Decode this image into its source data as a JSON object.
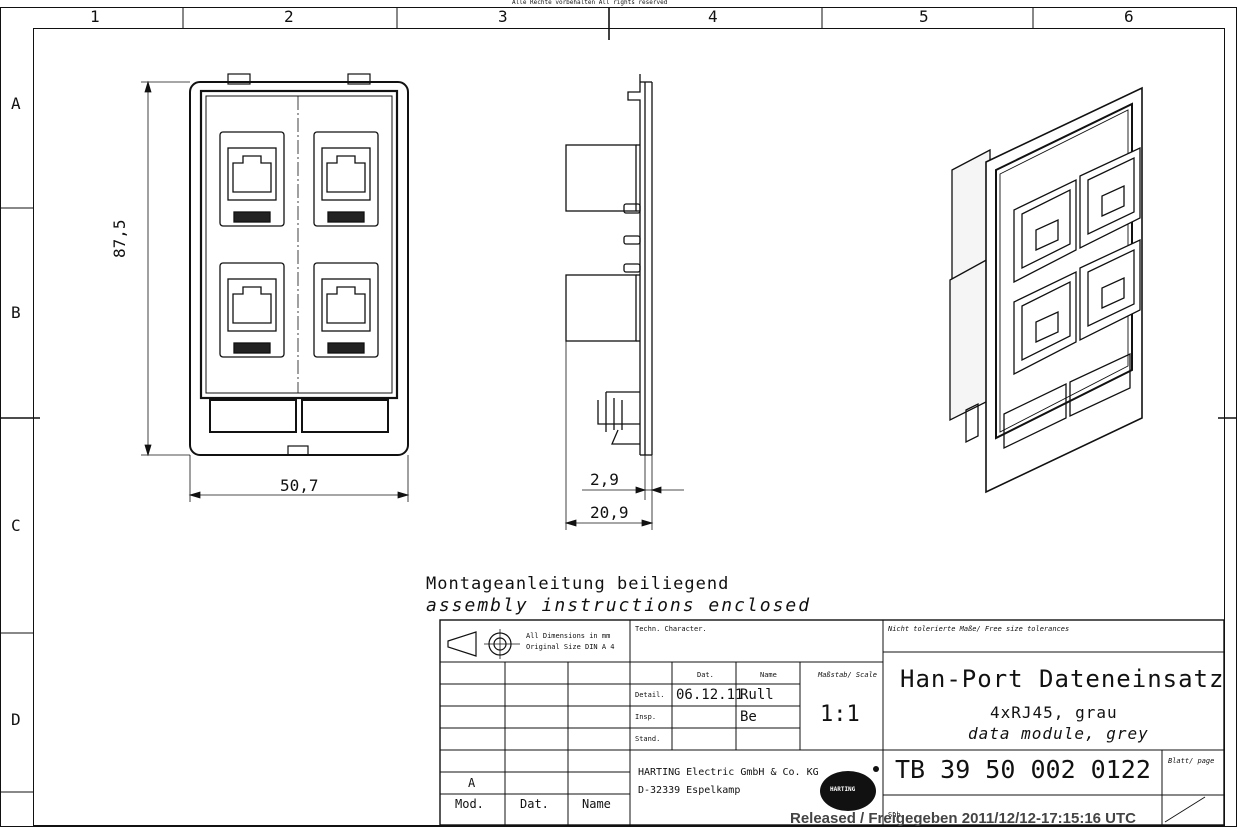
{
  "copyright_note": "Alle Rechte vorbehalten  All rights reserved",
  "zone_columns": [
    "1",
    "2",
    "3",
    "4",
    "5",
    "6"
  ],
  "zone_rows": [
    "A",
    "B",
    "C",
    "D"
  ],
  "dimensions": {
    "height": "87,5",
    "width": "50,7",
    "depth_small": "2,9",
    "depth_total": "20,9"
  },
  "notes": {
    "de": "Montageanleitung beiliegend",
    "en": "assembly instructions enclosed"
  },
  "title_block": {
    "all_dimensions": "All Dimensions in mm",
    "original_size": "Original Size DIN A 4",
    "techn_character": "Techn. Character.",
    "tolerance_note": "Nicht tolerierte Maße/ Free size tolerances",
    "col_dat": "Dat.",
    "col_name": "Name",
    "scale_label": "Maßstab/ Scale",
    "row_detail": "Detail.",
    "row_insp": "Insp.",
    "row_stand": "Stand.",
    "detail_date": "06.12.11",
    "detail_name": "Rull",
    "insp_name": "Be",
    "scale_value": "1:1",
    "title_main": "Han-Port Dateneinsatz",
    "title_sub_de": "4xRJ45, grau",
    "title_sub_en": "data module, grey",
    "company": "HARTING Electric GmbH & Co. KG",
    "address": "D-32339 Espelkamp",
    "logo_text": "HARTING",
    "part_number": "TB  39  50  002  0122",
    "sheet_label": "Blatt/ page",
    "sub_label": "Sub.",
    "rev_letter": "A",
    "mod_label": "Mod.",
    "dat_label": "Dat.",
    "name_label": "Name"
  },
  "release_stamp": "Released / Freigegeben  2011/12/12-17:15:16  UTC"
}
